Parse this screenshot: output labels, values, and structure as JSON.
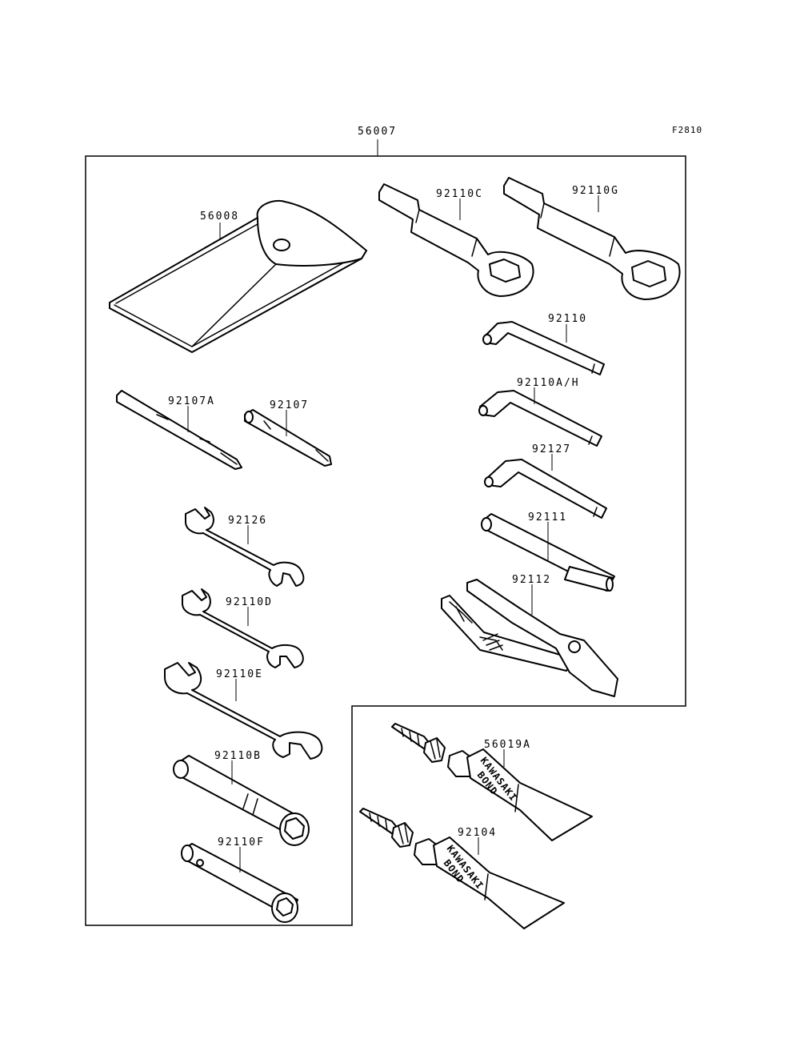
{
  "figure_code": "F2810",
  "kit_part": "56007",
  "parts": {
    "pouch": "56008",
    "ring_wrench_c": "92110C",
    "ring_wrench_g": "92110G",
    "hex_key_92110": "92110",
    "hex_key_92110ah": "92110A/H",
    "hex_key_92127": "92127",
    "screwdriver_92107a": "92107A",
    "screwdriver_92107": "92107",
    "open_wrench_92126": "92126",
    "open_wrench_92110d": "92110D",
    "open_wrench_92110e": "92110E",
    "handle_92111": "92111",
    "pliers_92112": "92112",
    "box_wrench_92110b": "92110B",
    "box_wrench_92110f": "92110F",
    "bond_tube_56019a": "56019A",
    "bond_tube_92104": "92104"
  },
  "tube_text": {
    "brand": "KAWASAKI",
    "product": "BOND"
  }
}
